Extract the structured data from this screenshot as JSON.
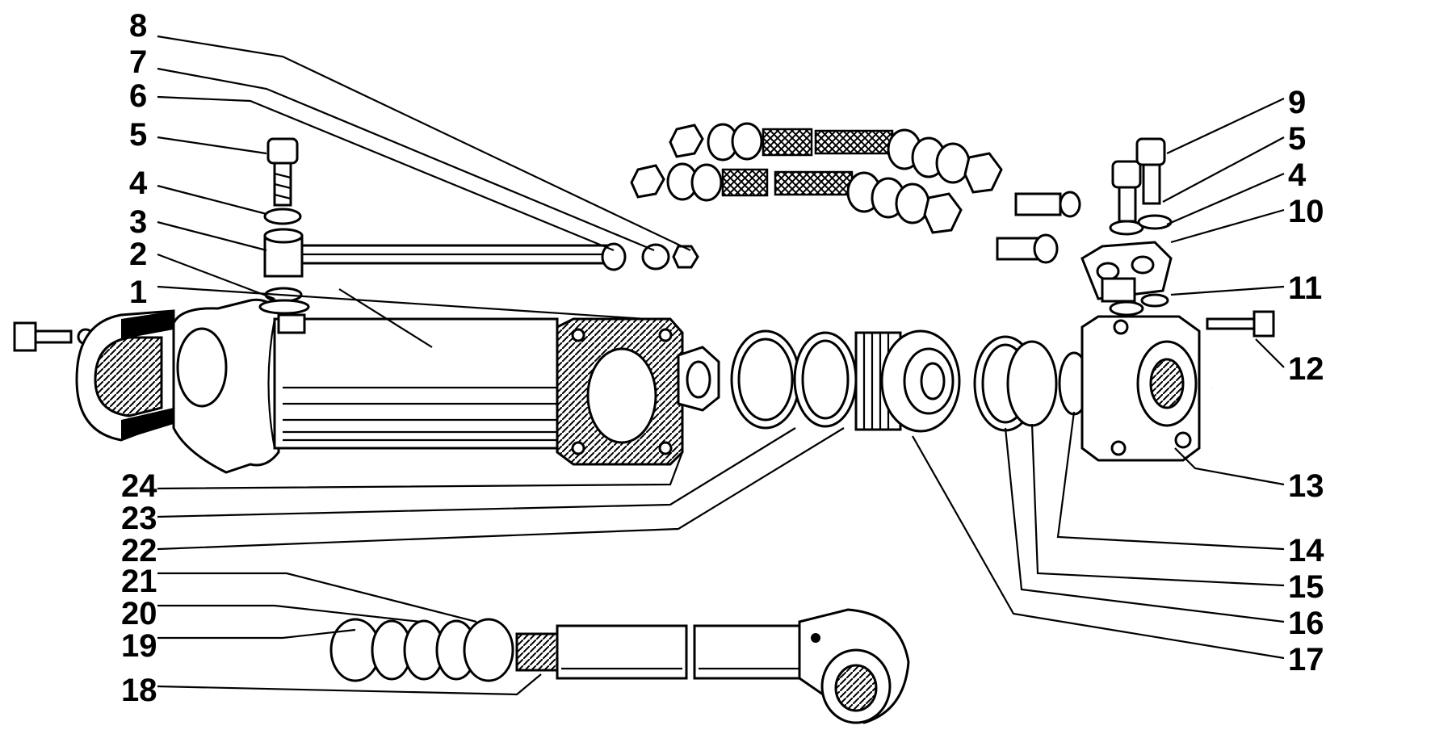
{
  "callouts": [
    {
      "id": "1",
      "text": "1"
    },
    {
      "id": "2",
      "text": "2"
    },
    {
      "id": "3",
      "text": "3"
    },
    {
      "id": "4",
      "text": "4"
    },
    {
      "id": "5",
      "text": "5"
    },
    {
      "id": "6",
      "text": "6"
    },
    {
      "id": "7",
      "text": "7"
    },
    {
      "id": "8",
      "text": "8"
    },
    {
      "id": "9",
      "text": "9"
    },
    {
      "id": "5b",
      "text": "5"
    },
    {
      "id": "4b",
      "text": "4"
    },
    {
      "id": "10",
      "text": "10"
    },
    {
      "id": "11",
      "text": "11"
    },
    {
      "id": "12",
      "text": "12"
    },
    {
      "id": "13",
      "text": "13"
    },
    {
      "id": "14",
      "text": "14"
    },
    {
      "id": "15",
      "text": "15"
    },
    {
      "id": "16",
      "text": "16"
    },
    {
      "id": "17",
      "text": "17"
    },
    {
      "id": "18",
      "text": "18"
    },
    {
      "id": "19",
      "text": "19"
    },
    {
      "id": "20",
      "text": "20"
    },
    {
      "id": "21",
      "text": "21"
    },
    {
      "id": "22",
      "text": "22"
    },
    {
      "id": "23",
      "text": "23"
    },
    {
      "id": "24",
      "text": "24"
    }
  ],
  "colors": {
    "ink": "#000000",
    "paper": "#ffffff"
  }
}
